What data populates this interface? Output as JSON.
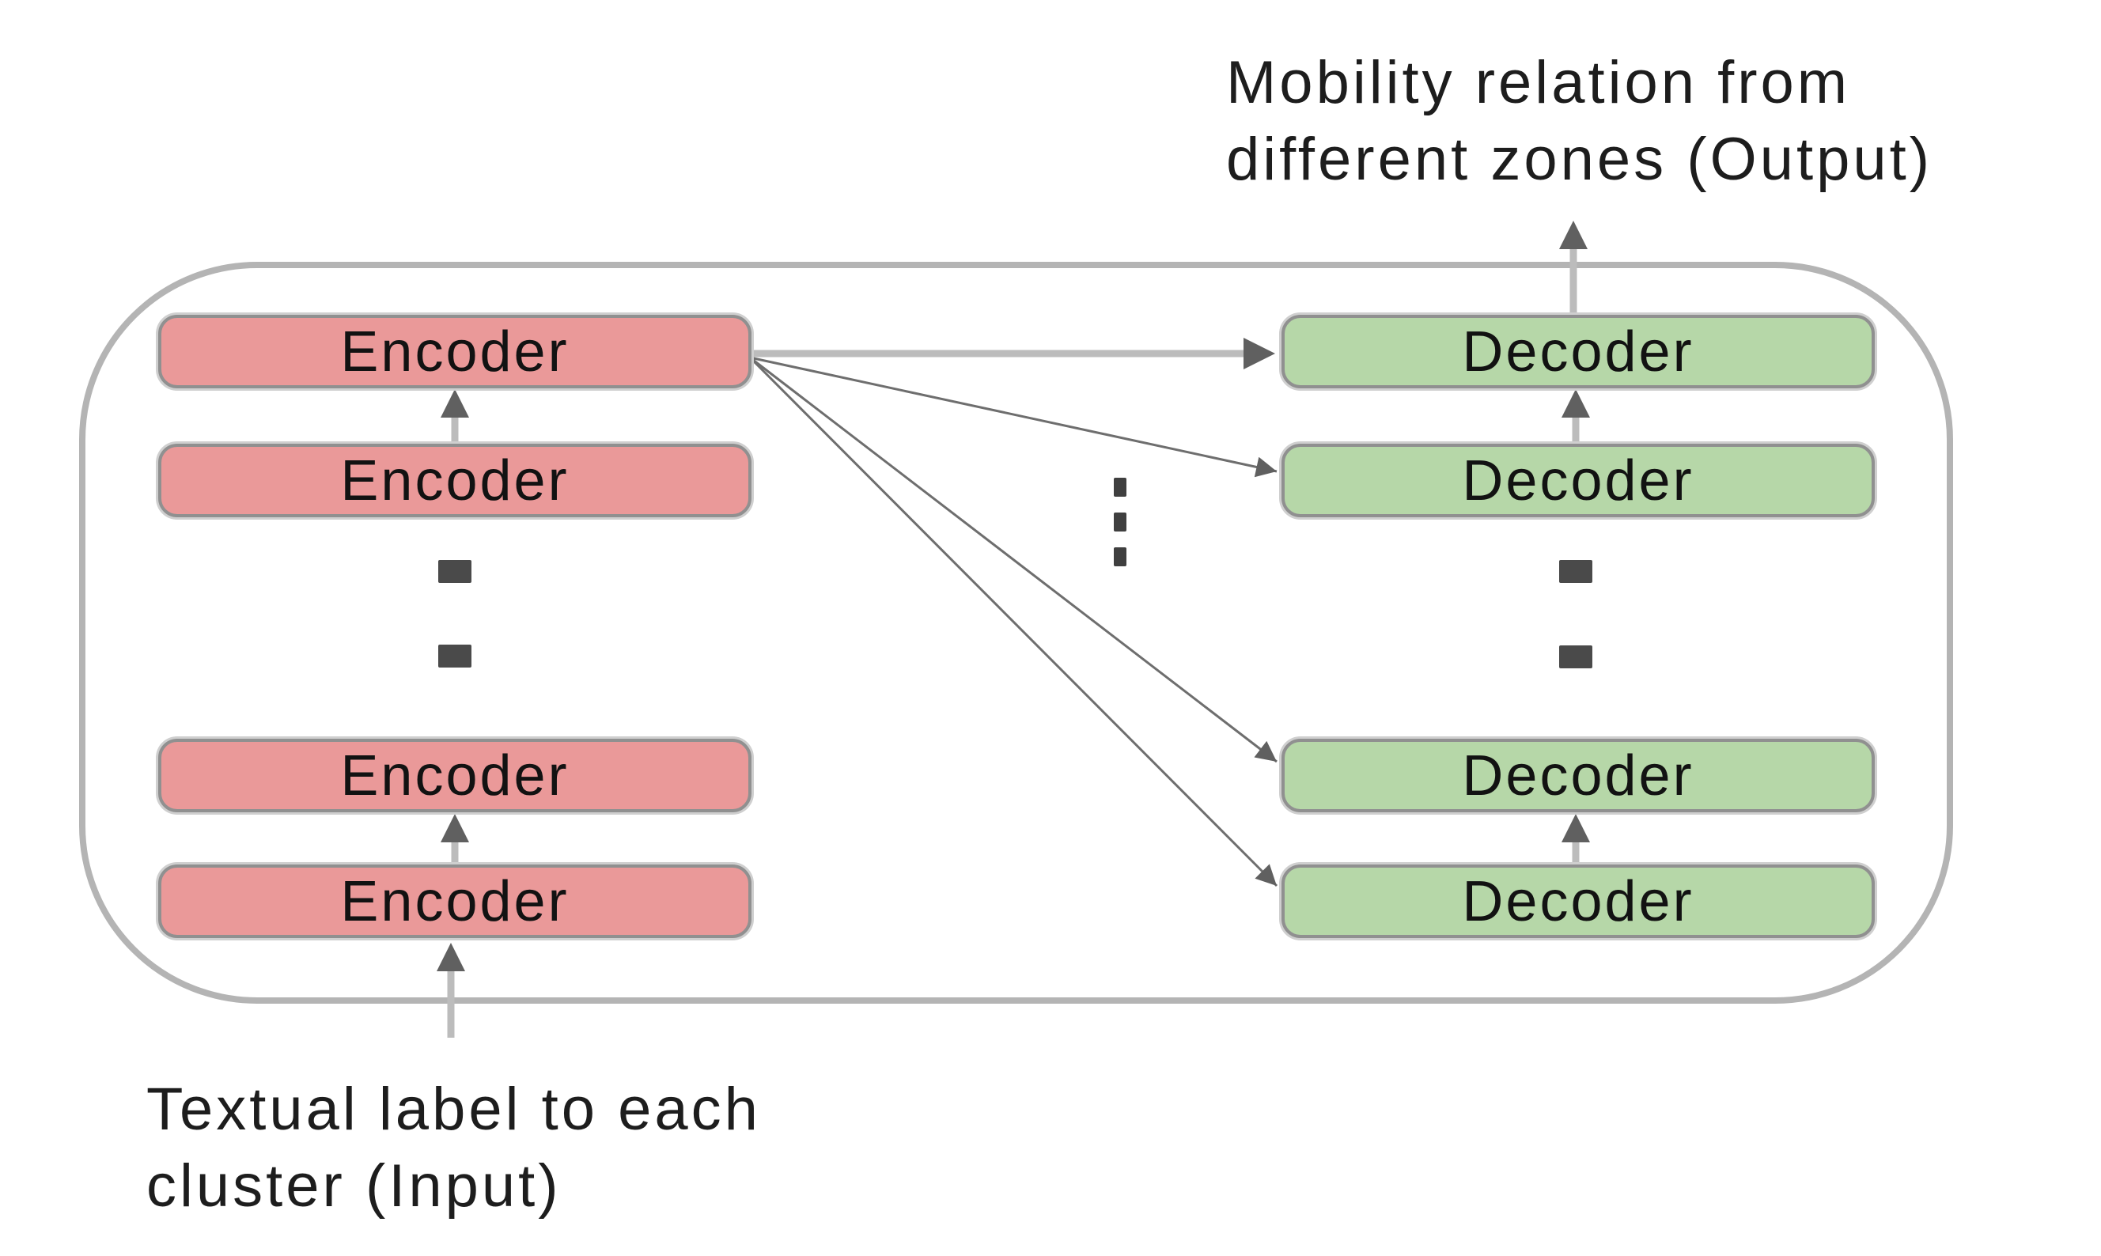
{
  "colors": {
    "encoder_fill": "#EA9999",
    "decoder_fill": "#B6D7A8",
    "box_border": "#909090",
    "container_border": "#B4B4B4",
    "arrow_shaft": "#BCBCBC",
    "arrow_head": "#606060",
    "diagonal_line": "#6E6E6E",
    "dot_color": "#4A4A4A",
    "text_color": "#1D1D1D"
  },
  "labels": {
    "output": {
      "line1": "Mobility relation from",
      "line2": "different zones (Output)"
    },
    "input": {
      "line1": "Textual label to each",
      "line2": "cluster (Input)"
    }
  },
  "encoders": [
    {
      "label": "Encoder"
    },
    {
      "label": "Encoder"
    },
    {
      "label": "Encoder"
    },
    {
      "label": "Encoder"
    }
  ],
  "decoders": [
    {
      "label": "Decoder"
    },
    {
      "label": "Decoder"
    },
    {
      "label": "Decoder"
    },
    {
      "label": "Decoder"
    }
  ],
  "ellipsis_dots": {
    "encoder_column": 2,
    "decoder_column": 2,
    "middle": 3
  }
}
